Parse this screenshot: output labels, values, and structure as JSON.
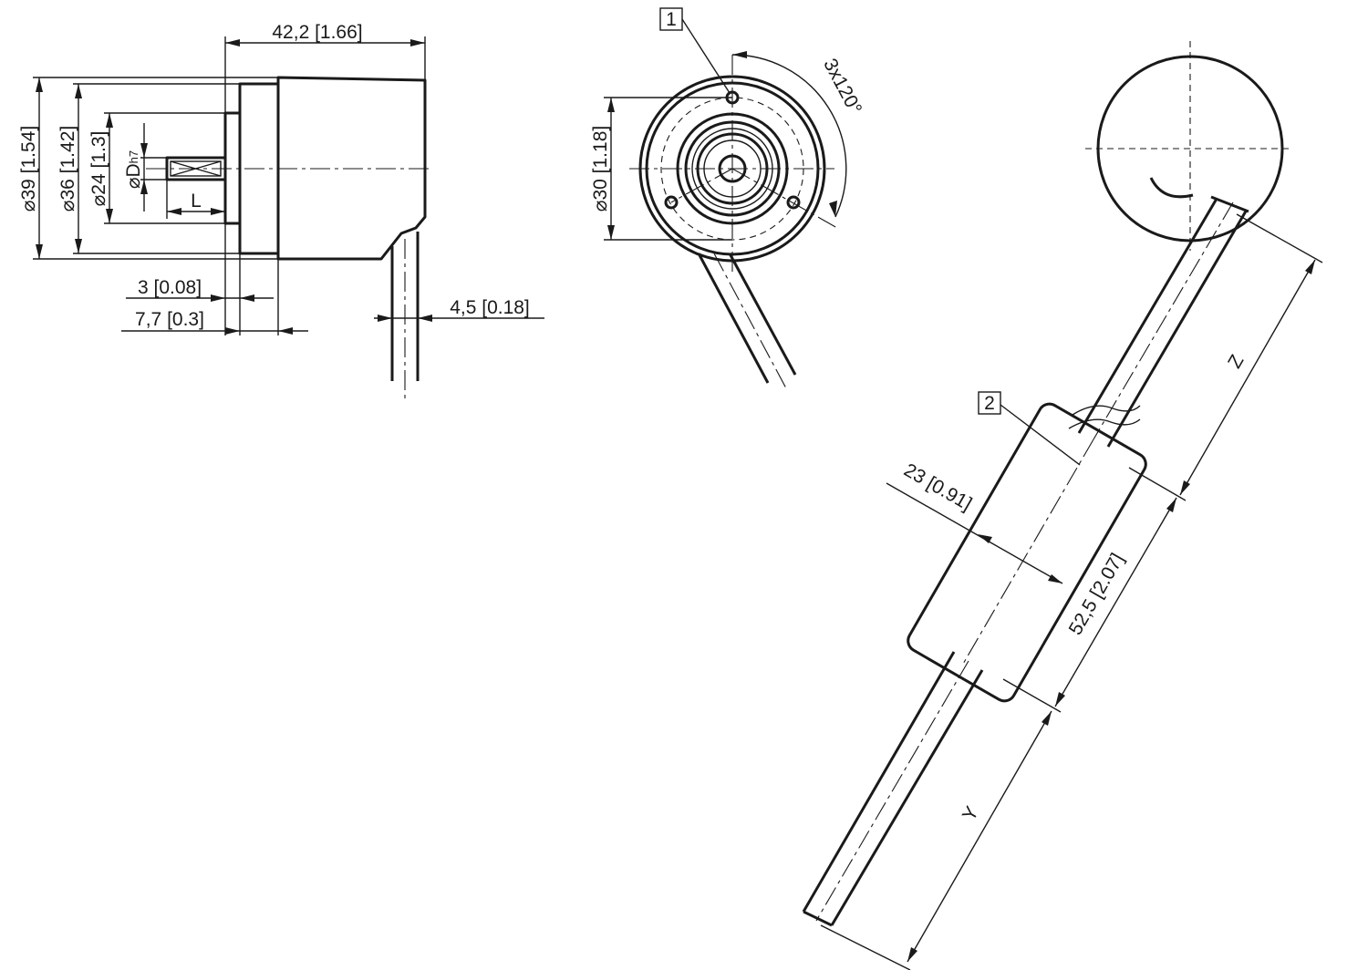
{
  "side_view": {
    "overall_length": "42,2 [1.66]",
    "dia_housing": "39 [1.54]",
    "dia_flange": "36 [1.42]",
    "dia_spigot": "24 [1.3]",
    "shaft_dia": "D",
    "shaft_tol": "h7",
    "shaft_length": "L",
    "spigot_depth": "3 [0.08]",
    "flange_depth": "7,7 [0.3]",
    "cable_dia": "4,5 [0.18]",
    "dia_symbol": "⌀"
  },
  "front_view": {
    "callout_1": "1",
    "hole_pattern": "3x120°",
    "bolt_circle": "30 [1.18]"
  },
  "cable_view": {
    "callout_2": "2",
    "ferrite_dia": "23 [0.91]",
    "ferrite_length": "52,5 [2.07]",
    "z_length": "Z",
    "y_length": "Y"
  }
}
